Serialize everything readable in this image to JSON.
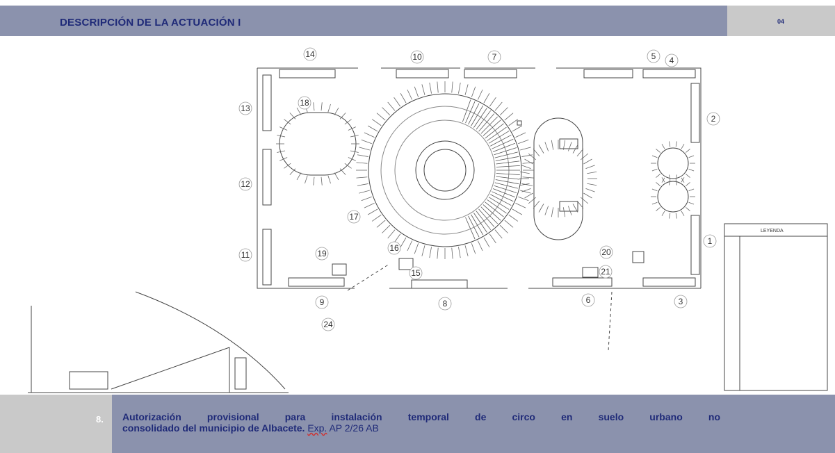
{
  "header": {
    "title": "DESCRIPCIÓN DE LA ACTUACIÓN I",
    "page_number": "04"
  },
  "plan": {
    "callouts": [
      "1",
      "2",
      "3",
      "4",
      "5",
      "6",
      "7",
      "8",
      "9",
      "10",
      "11",
      "12",
      "13",
      "14",
      "15",
      "16",
      "17",
      "18",
      "19",
      "20",
      "21",
      "24"
    ],
    "legend_title": "LEYENDA"
  },
  "footer": {
    "item_number": "8.",
    "text_line1": "Autorización provisional para instalación temporal de circo en suelo urbano no",
    "text_line2_bold": "consolidado del municipio de Albacete.",
    "text_line2_exp_prefix": "Exp.",
    "text_line2_exp_rest": " AP 2/26 AB"
  }
}
